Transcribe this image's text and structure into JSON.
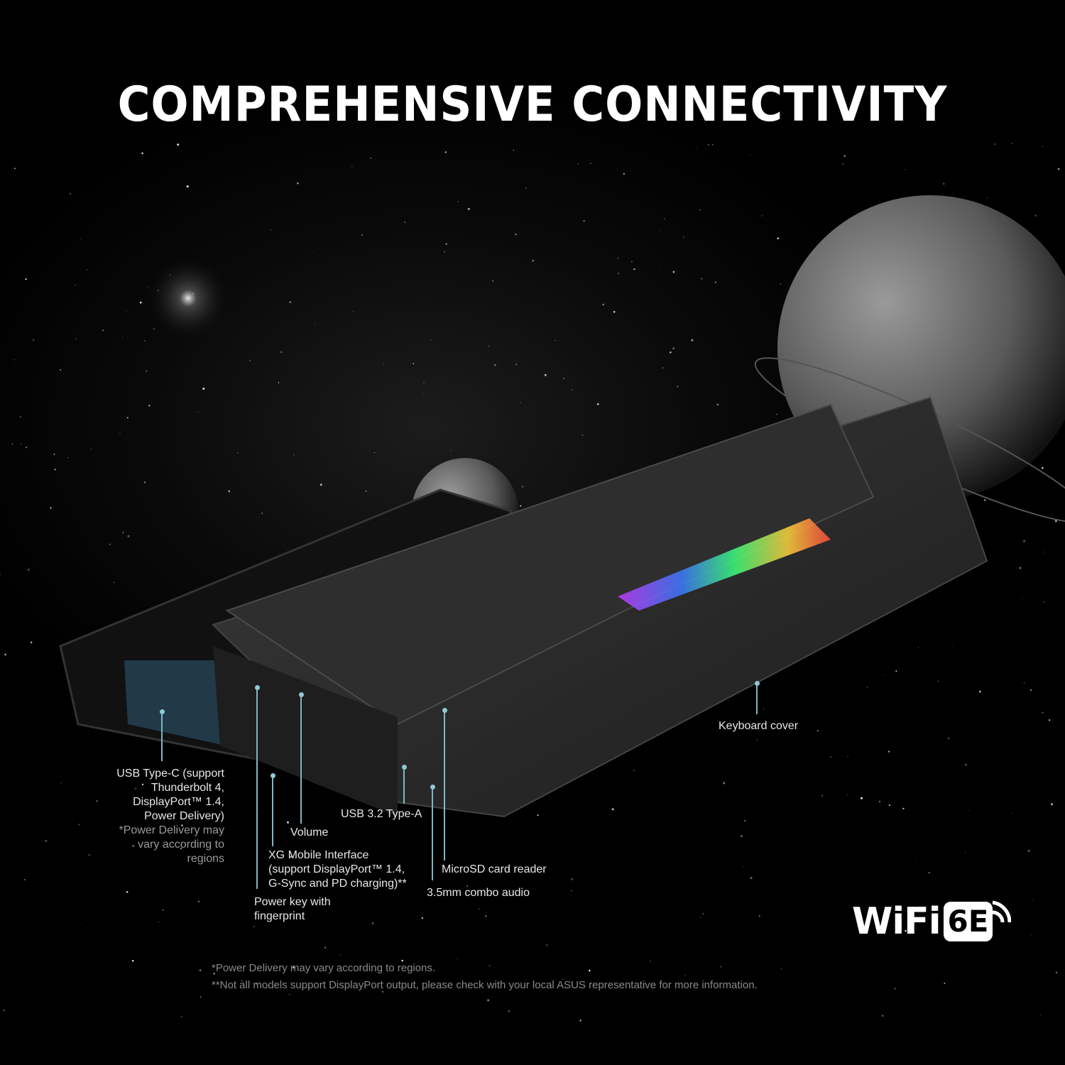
{
  "title": "COMPREHENSIVE CONNECTIVITY",
  "callouts": {
    "usb_c": [
      "USB Type-C (support",
      "Thunderbolt 4,",
      "DisplayPort™ 1.4,",
      "Power Delivery)"
    ],
    "usb_c_note": [
      "*Power Delivery may",
      "vary according to",
      "regions"
    ],
    "volume": "Volume",
    "xg_mobile": [
      "XG Mobile Interface",
      "(support DisplayPort™ 1.4,",
      "G-Sync and PD charging)**"
    ],
    "power_key": [
      "Power key with",
      "fingerprint"
    ],
    "usb_a": "USB 3.2 Type-A",
    "microsd": "MicroSD card reader",
    "audio": "3.5mm combo audio",
    "keyboard": "Keyboard cover"
  },
  "logo": {
    "text": "WiFi",
    "badge": "6E"
  },
  "footnotes": [
    "*Power Delivery may vary according to regions.",
    "**Not all models support DisplayPort output, please check with your local ASUS representative for more information."
  ],
  "colors": {
    "leader": "#7fb6c4",
    "background": "#000000"
  }
}
